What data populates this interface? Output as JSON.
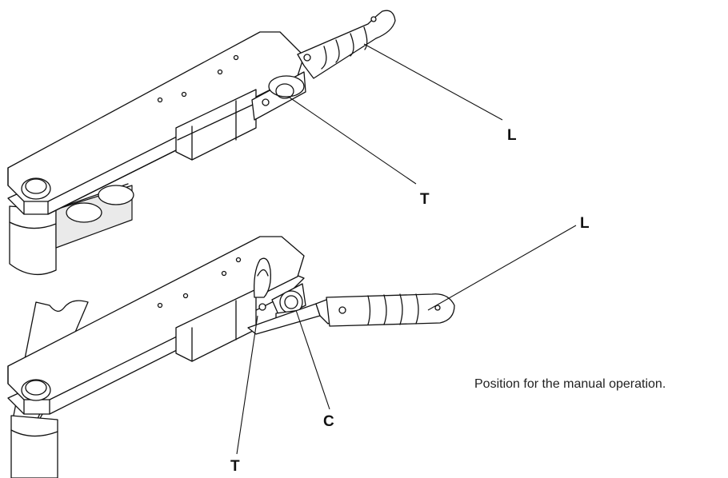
{
  "labels": {
    "top_lever": "L",
    "top_catch": "T",
    "bottom_lever": "L",
    "bottom_catch": "T",
    "bottom_cylinder": "C"
  },
  "caption": "Position for the manual operation."
}
